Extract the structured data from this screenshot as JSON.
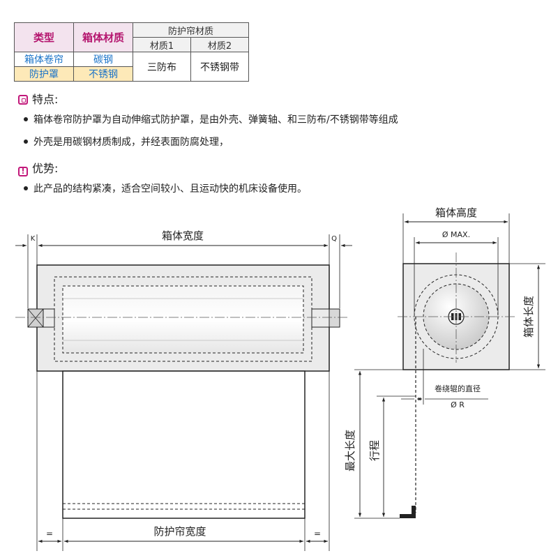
{
  "table": {
    "col_type": "类型",
    "col_box_material": "箱体材质",
    "col_curtain_material": "防护帘材质",
    "col_material1": "材质1",
    "col_material2": "材质2",
    "type_line1": "箱体卷帘",
    "type_line2": "防护罩",
    "box_material_1": "碳钢",
    "box_material_2": "不锈钢",
    "material1_value": "三防布",
    "material2_value": "不锈钢带"
  },
  "features": {
    "heading": "特点:",
    "items": [
      "箱体卷帘防护罩为自动伸缩式防护罩，是由外壳、弹簧轴、和三防布/不锈钢带等组成",
      "外壳是用碳钢材质制成，并经表面防腐处理，"
    ]
  },
  "advantages": {
    "heading": "优势:",
    "items": [
      "此产品的结构紧凑，适合空间较小、且运动快的机床设备使用。"
    ]
  },
  "drawing": {
    "box_width": "箱体宽度",
    "k_label": "K",
    "q_label": "Q",
    "curtain_width": "防护帘宽度",
    "eq_left": "=",
    "eq_right": "=",
    "box_height": "箱体高度",
    "dia_max": "Ø MAX.",
    "box_length": "箱体长度",
    "roller_dia": "卷绕辊的直径",
    "dia_r": "Ø R",
    "max_length": "最大长度",
    "stroke": "行程"
  },
  "colors": {
    "accent": "#c2187a",
    "table_header_bg": "#f3e3ee",
    "highlight_yellow": "#fde9b8",
    "blue_text": "#1a73c8",
    "box_fill": "#ebebeb"
  }
}
